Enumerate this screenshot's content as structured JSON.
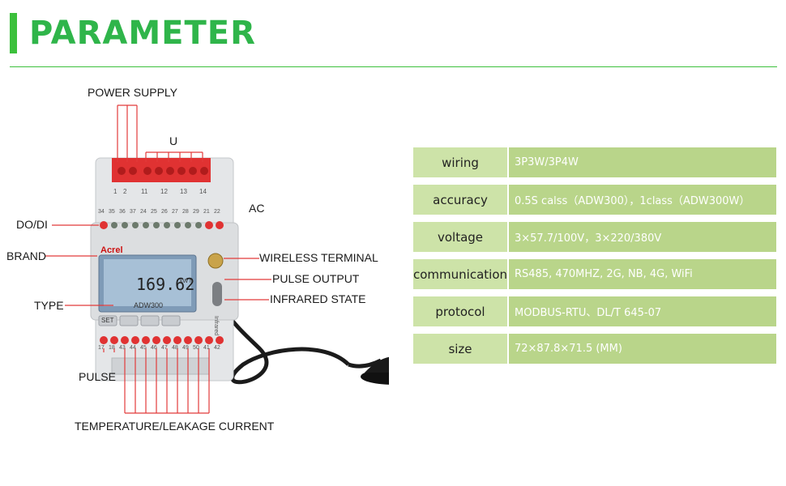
{
  "header": {
    "title": "PARAMETER",
    "accent": "#2fb54a"
  },
  "diagram": {
    "labels": {
      "power_supply": "POWER SUPPLY",
      "u": "U",
      "ac": "AC",
      "do_di": "DO/DI",
      "brand": "BRAND",
      "type": "TYPE",
      "pulse": "PULSE",
      "temperature": "TEMPERATURE/LEAKAGE CURRENT",
      "wireless": "WIRELESS TERMINAL",
      "pulse_output": "PULSE OUTPUT",
      "infrared": "INFRARED STATE"
    },
    "device": {
      "brand_text": "Acrel",
      "model_text": "ADW300",
      "lcd_value": "169.62",
      "lcd_unit": "kW h",
      "top_terminals": [
        "1",
        "2",
        "11",
        "12",
        "13",
        "14"
      ],
      "row_terminals": [
        "34",
        "35",
        "36",
        "37",
        "24",
        "25",
        "26",
        "27",
        "28",
        "29",
        "21",
        "22"
      ],
      "bottom_terminals": [
        "17",
        "18",
        "43",
        "44",
        "45",
        "46",
        "47",
        "48",
        "49",
        "50",
        "41",
        "42"
      ],
      "side_text": "Infrared",
      "btn_set": "SET"
    }
  },
  "specs": [
    {
      "key": "wiring",
      "value": "3P3W/3P4W"
    },
    {
      "key": "accuracy",
      "value": "0.5S calss（ADW300），1class（ADW300W）"
    },
    {
      "key": "voltage",
      "value": "3×57.7/100V，3×220/380V"
    },
    {
      "key": "communication",
      "value": "RS485, 470MHZ, 2G, NB, 4G, WiFi"
    },
    {
      "key": "protocol",
      "value": "MODBUS-RTU、DL/T 645-07"
    },
    {
      "key": "size",
      "value": "72×87.8×71.5 (MM)"
    }
  ]
}
